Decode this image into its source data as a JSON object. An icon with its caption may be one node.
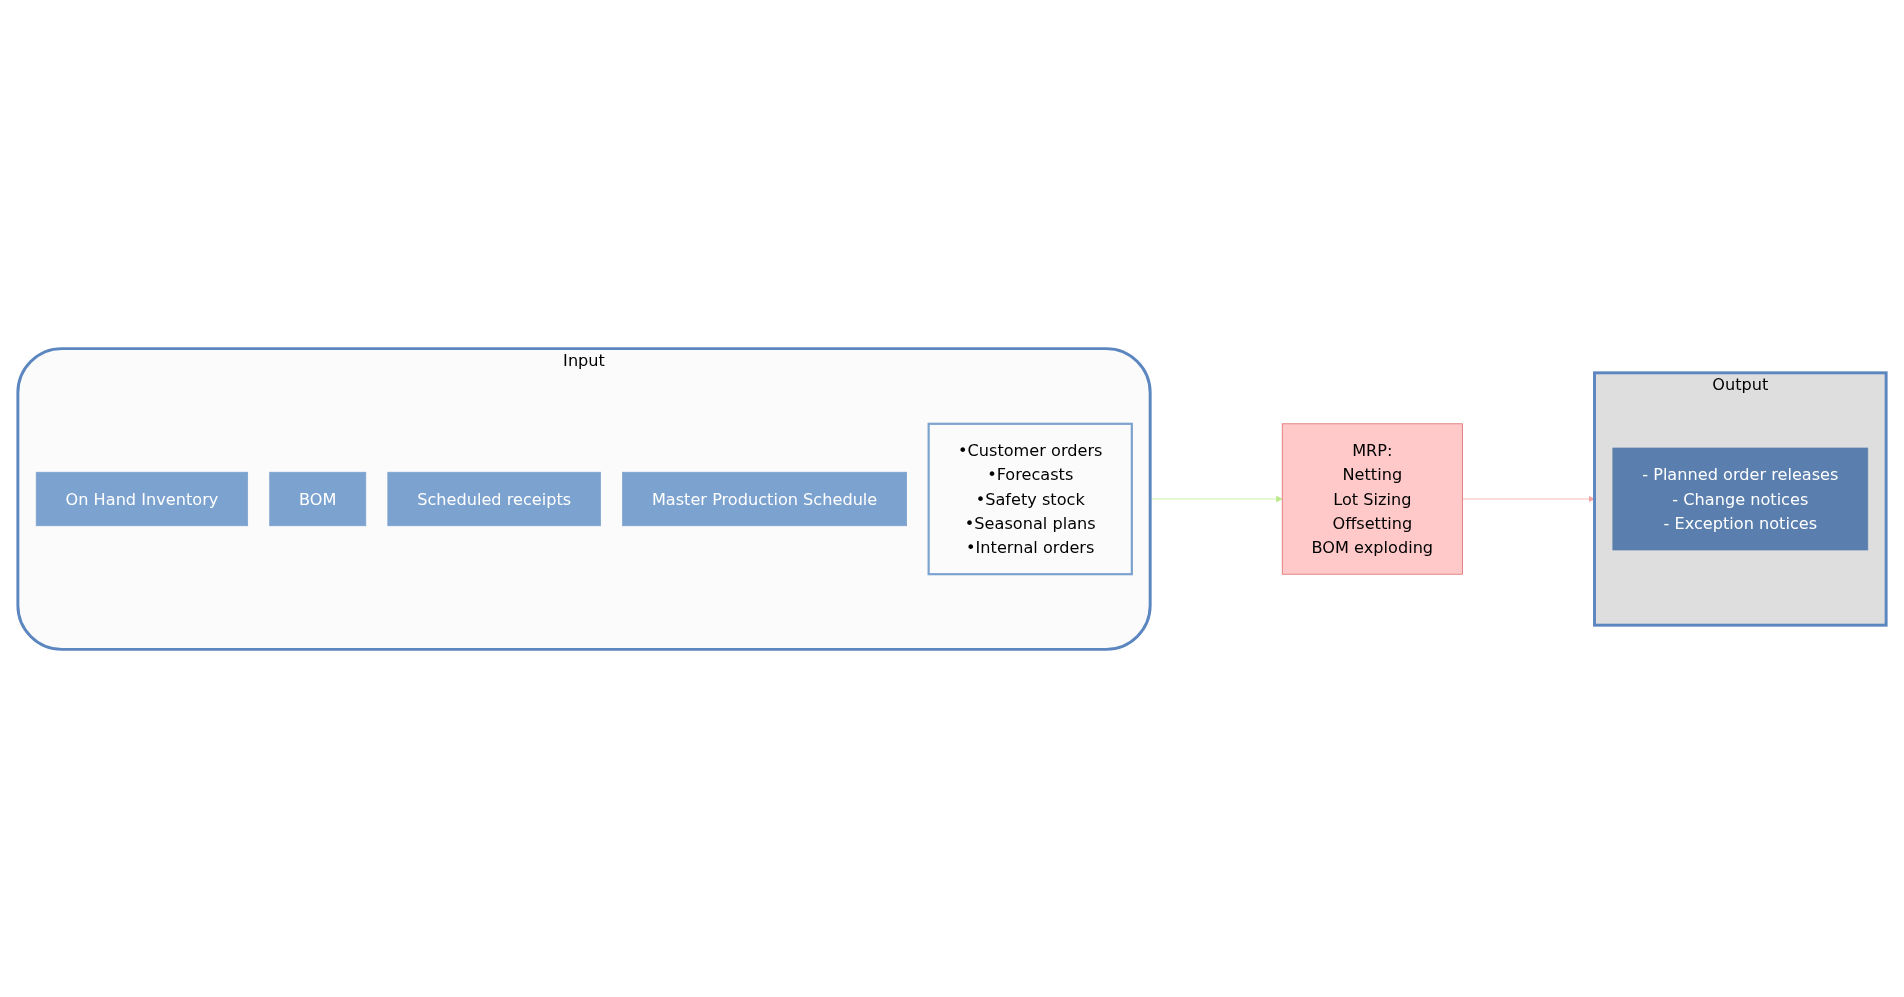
{
  "diagram": {
    "nodes": [
      {
        "text": [
          "Input"
        ]
      },
      {
        "text": [
          "On Hand Inventory"
        ],
        "in": 0
      },
      {
        "text": [
          "BOM"
        ],
        "in": 0
      },
      {
        "text": [
          "Scheduled receipts"
        ],
        "in": 0
      },
      {
        "text": [
          "Master Production Schedule"
        ],
        "in": 0
      },
      {
        "text": [
          "•Customer orders",
          "•Forecasts",
          "•Safety stock",
          "•Seasonal plans",
          "•Internal orders"
        ],
        "in": 0
      },
      {
        "text": [
          "MRP:",
          "Netting",
          "Lot Sizing",
          "Offsetting",
          "BOM exploding"
        ]
      },
      {
        "text": [
          "Output"
        ]
      },
      {
        "text": [
          "- Planned order releases",
          "- Change notices",
          "- Exception notices"
        ],
        "in": 7
      }
    ],
    "edges": [
      {
        "from": 0,
        "to": 6,
        "arrow": "to",
        "color": "#b9e98a"
      },
      {
        "from": 6,
        "to": 7,
        "arrow": "to",
        "color": "#f4a3a3"
      }
    ]
  }
}
